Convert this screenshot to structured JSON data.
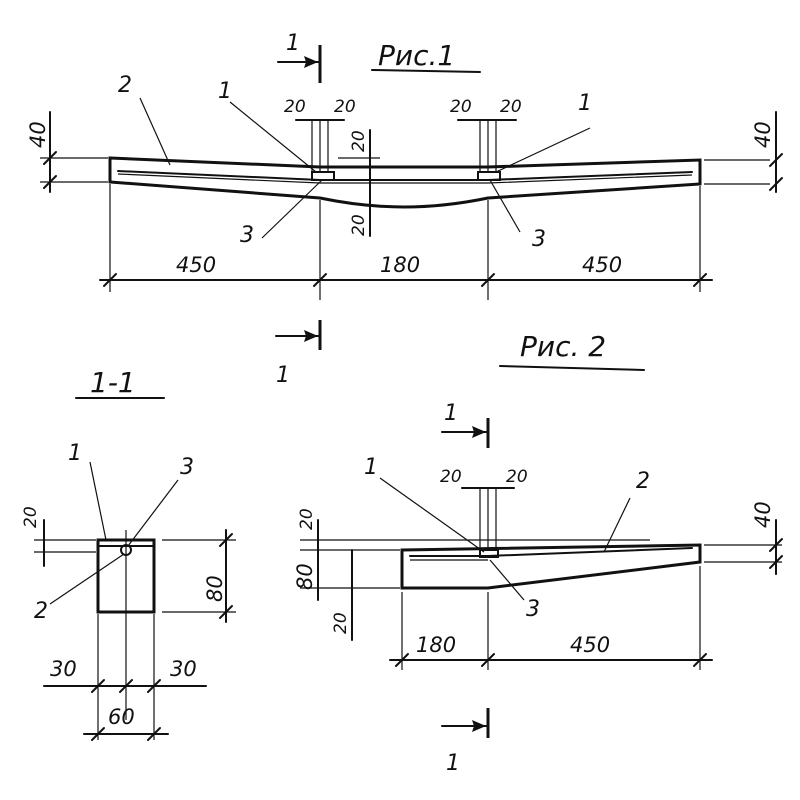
{
  "fig1": {
    "title": "Рис.1",
    "section_mark": "1",
    "labels": {
      "bar": "2",
      "plate_left": "1",
      "plate_right": "1",
      "weld_left": "3",
      "weld_right": "3"
    },
    "dims": {
      "left_span": "450",
      "mid_span": "180",
      "right_span": "450",
      "thick_left": "40",
      "thick_right": "40",
      "top_a": "20",
      "top_b": "20",
      "top_c": "20",
      "top_d": "20",
      "v_top": "20",
      "v_bot": "20"
    }
  },
  "fig2": {
    "title": "Рис. 2",
    "section_mark": "1",
    "labels": {
      "plate": "1",
      "bar": "2",
      "weld": "3"
    },
    "dims": {
      "span_a": "180",
      "span_b": "450",
      "top_a": "20",
      "top_b": "20",
      "h_top": "20",
      "h_total": "80",
      "h_bot": "20",
      "thick_right": "40"
    }
  },
  "section": {
    "title": "1-1",
    "labels": {
      "plate": "1",
      "weld": "3",
      "bar": "2"
    },
    "dims": {
      "top": "20",
      "height": "80",
      "left": "30",
      "right": "30",
      "width": "60"
    }
  }
}
